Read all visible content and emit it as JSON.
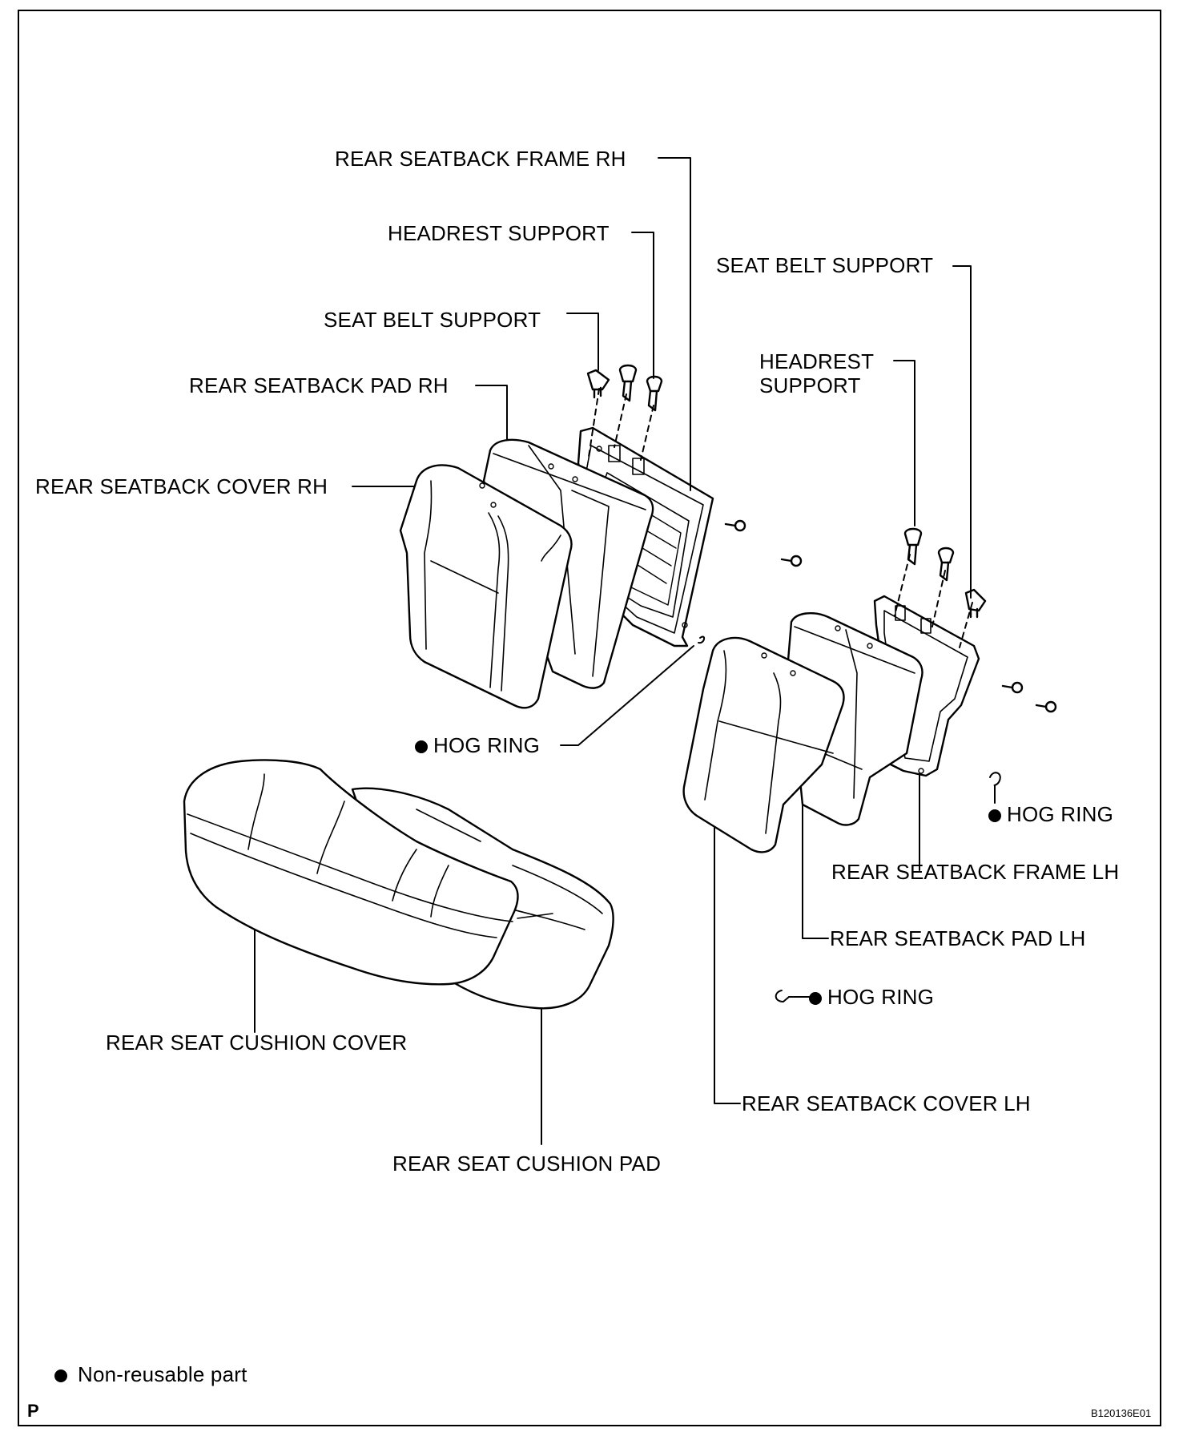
{
  "labels": {
    "frame_rh": "REAR SEATBACK FRAME RH",
    "headrest_support_rh": "HEADREST SUPPORT",
    "seat_belt_support_rh": "SEAT BELT SUPPORT",
    "pad_rh": "REAR SEATBACK PAD RH",
    "cover_rh": "REAR SEATBACK COVER RH",
    "seat_belt_support_lh": "SEAT BELT SUPPORT",
    "headrest_support_lh_line1": "HEADREST",
    "headrest_support_lh_line2": "SUPPORT",
    "hog_ring_center": "HOG RING",
    "hog_ring_right": "HOG RING",
    "frame_lh": "REAR SEATBACK FRAME LH",
    "pad_lh": "REAR SEATBACK PAD LH",
    "hog_ring_lower": "HOG RING",
    "cushion_cover": "REAR SEAT CUSHION COVER",
    "cover_lh": "REAR SEATBACK COVER LH",
    "cushion_pad": "REAR SEAT CUSHION PAD"
  },
  "legend": {
    "text": "Non-reusable part"
  },
  "corner_letter": "P",
  "figure_code": "B120136E01"
}
